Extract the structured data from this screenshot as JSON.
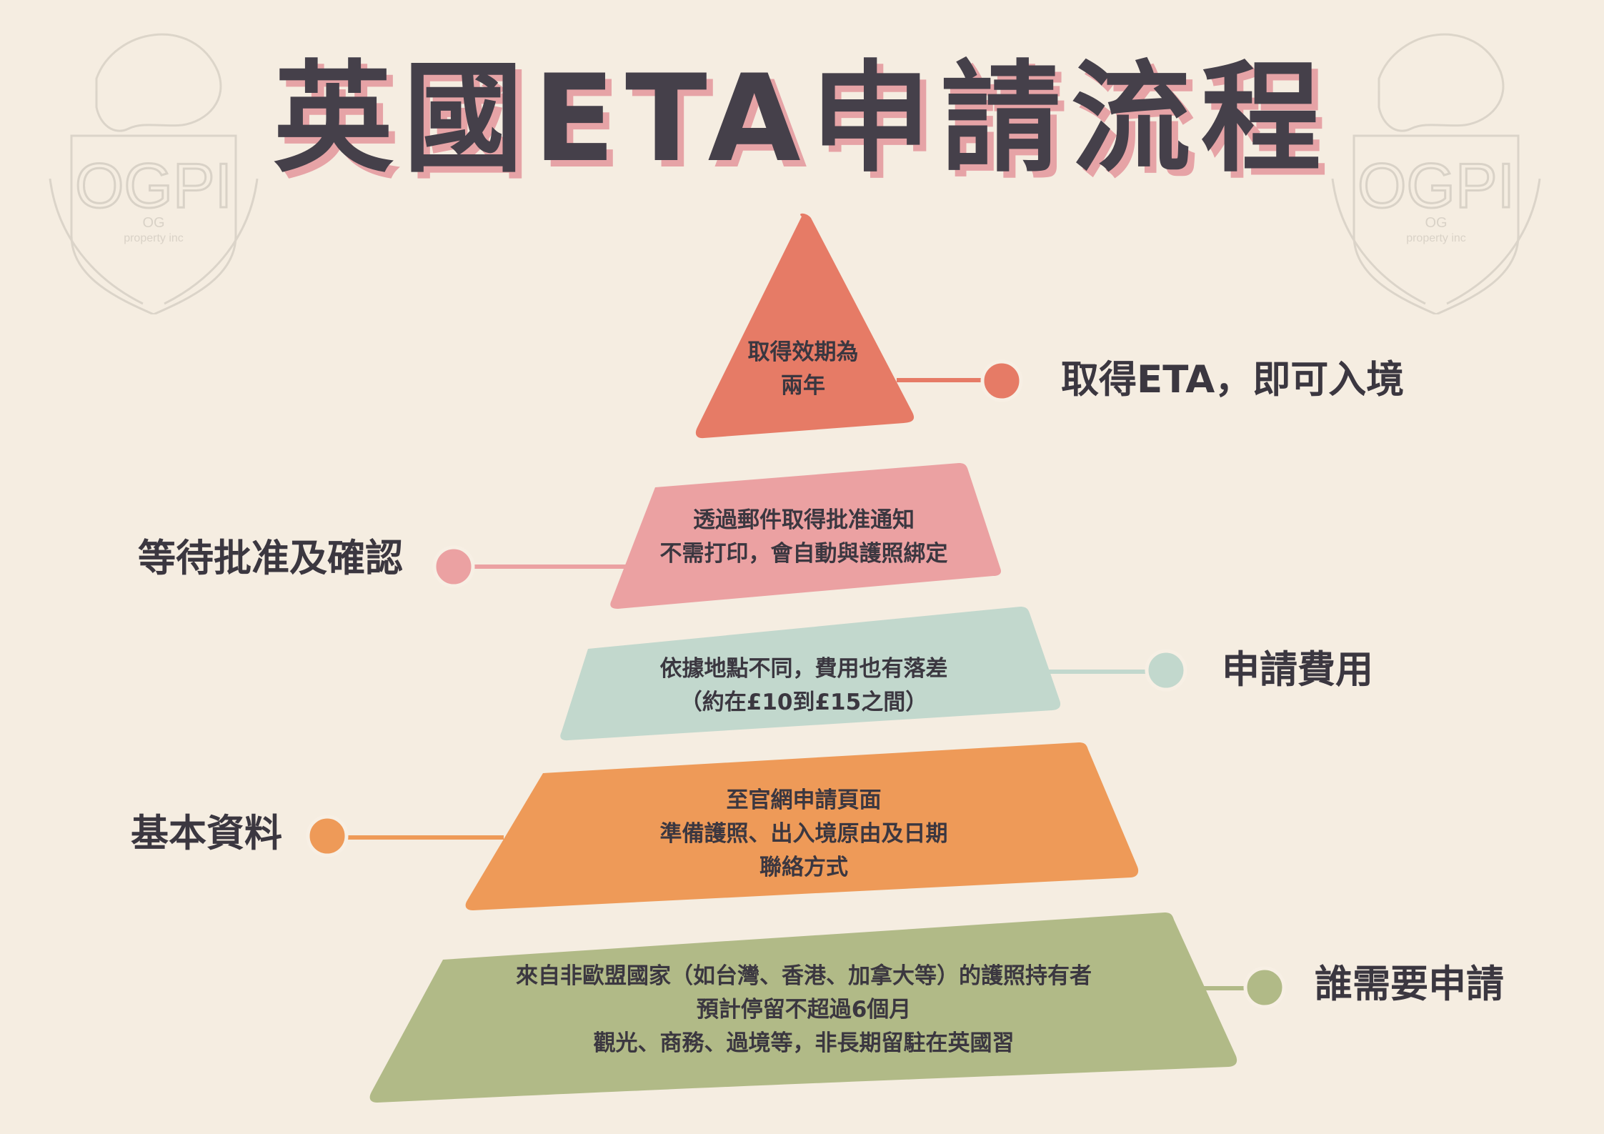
{
  "title": "英國ETA申請流程",
  "watermark": {
    "brand": "OGPI",
    "sub1": "OG",
    "sub2": "property inc"
  },
  "colors": {
    "background": "#f5ede1",
    "coral": "#e67b66",
    "pink": "#eba1a2",
    "mint": "#c2d8cd",
    "orange": "#ee9a58",
    "olive": "#b1ba87",
    "text": "#3b3740",
    "title_shadow": "#e6a3a6"
  },
  "steps": [
    {
      "id": "top",
      "label": "取得ETA，即可入境",
      "lines": [
        "取得效期為",
        "兩年"
      ]
    },
    {
      "id": "second",
      "label": "等待批准及確認",
      "lines": [
        "透過郵件取得批准通知",
        "不需打印，會自動與護照綁定"
      ]
    },
    {
      "id": "third",
      "label": "申請費用",
      "lines": [
        "依據地點不同，費用也有落差",
        "（約在£10到£15之間）"
      ]
    },
    {
      "id": "fourth",
      "label": "基本資料",
      "lines": [
        "至官網申請頁面",
        "準備護照、出入境原由及日期",
        "聯絡方式"
      ]
    },
    {
      "id": "bottom",
      "label": "誰需要申請",
      "lines": [
        "來自非歐盟國家（如台灣、香港、加拿大等）的護照持有者",
        "預計停留不超過6個月",
        "觀光、商務、過境等，非長期留駐在英國習"
      ]
    }
  ]
}
